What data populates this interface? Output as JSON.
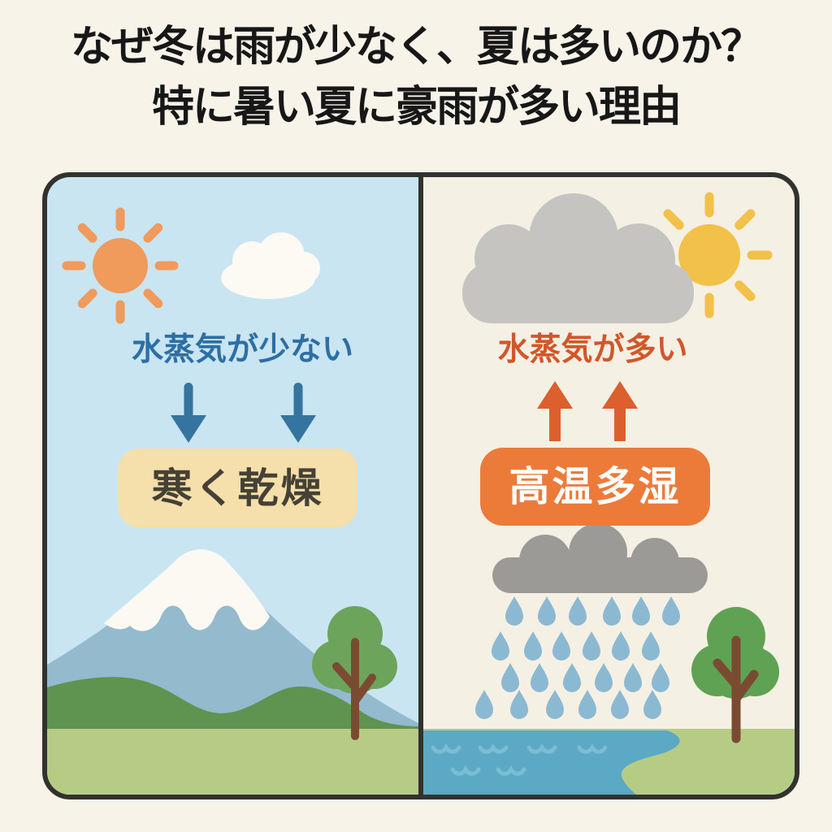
{
  "title": {
    "line1": "なぜ冬は雨が少なく、夏は多いのか？",
    "line2": "特に暑い夏に豪雨が多い理由"
  },
  "winter_panel": {
    "vapor_label": "水蒸気が少ない",
    "condition_label": "寒く乾燥",
    "icons": [
      "sun-icon",
      "cloud-icon",
      "down-arrow-icon",
      "mount-fuji-icon",
      "hill-icon",
      "tree-icon",
      "grass-icon"
    ]
  },
  "summer_panel": {
    "vapor_label": "水蒸気が多い",
    "condition_label": "高温多湿",
    "icons": [
      "rain-cloud-icon",
      "sun-icon",
      "up-arrow-icon",
      "raindrop-icon",
      "tree-icon",
      "water-icon",
      "grass-icon"
    ]
  },
  "colors": {
    "page_bg": "#f8f3e9",
    "title_color": "#171717",
    "frame_border": "#32322e",
    "winter_sky": "#c9e5f2",
    "summer_sky": "#f5f0e4",
    "winter_accent": "#2d6fa4",
    "summer_accent": "#d2562b",
    "winter_box_bg": "#f5dfab",
    "summer_box_bg": "#ec7b3a",
    "winter_arrow": "#35749f",
    "summer_arrow": "#dc5f2e",
    "rain_drop": "#8cb9d2",
    "water": "#5ba9c5"
  }
}
